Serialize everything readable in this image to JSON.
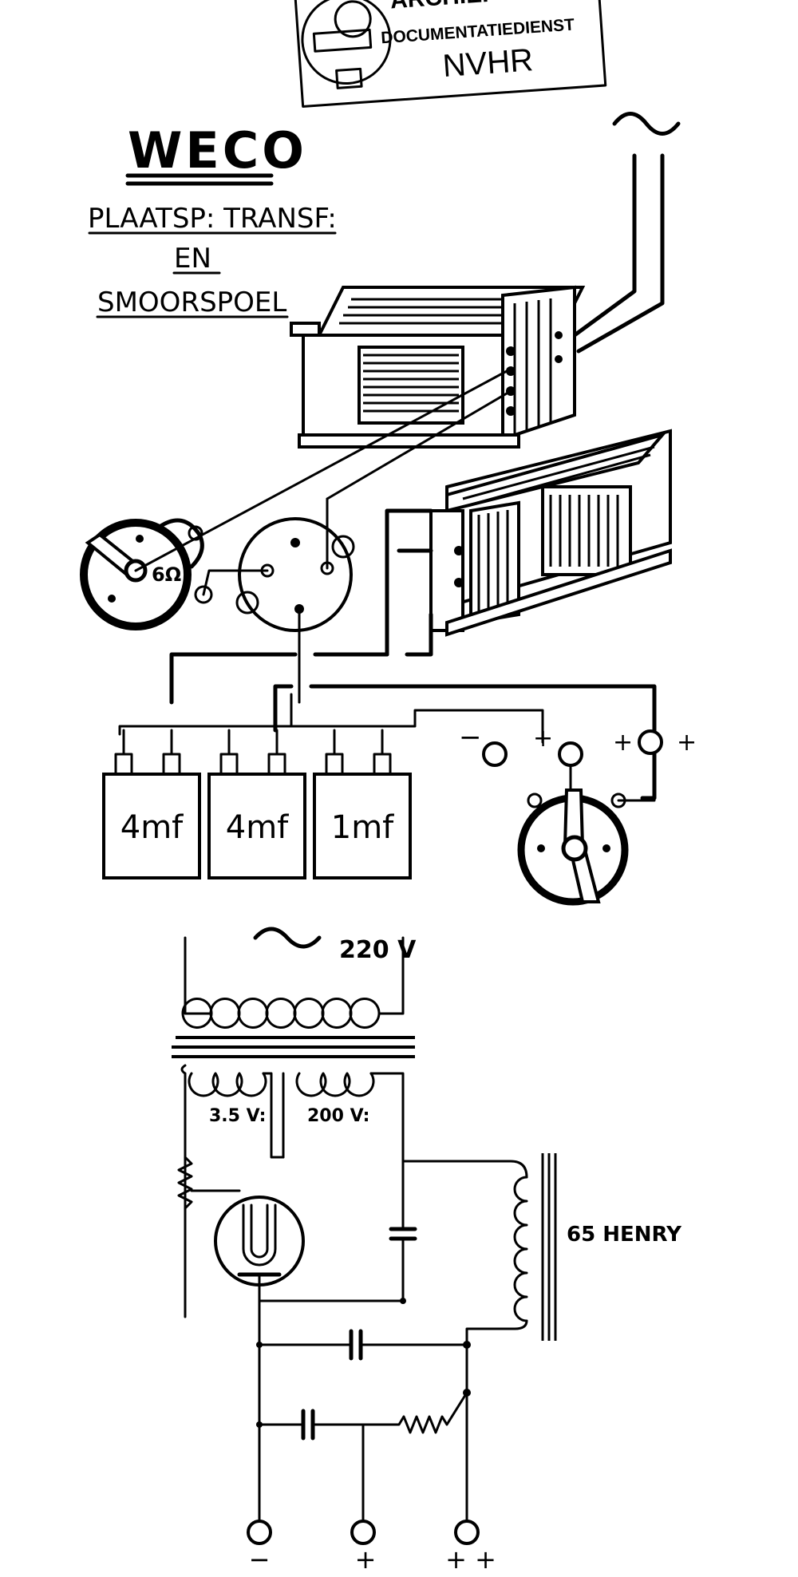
{
  "stamp": {
    "line1": "ARCHIEF",
    "line2": "DOCUMENTATIEDIENST",
    "line3": "NVHR"
  },
  "title": {
    "brand": "WECO",
    "line1": "PLAATSP: TRANSF:",
    "line2": "EN",
    "line3": "SMOORSPOEL"
  },
  "ac_symbol": "~",
  "rheostat_label": "6Ω",
  "condensers": [
    {
      "label": "4mf"
    },
    {
      "label": "4mf"
    },
    {
      "label": "1mf"
    }
  ],
  "terminals_top": {
    "minus": "−",
    "plus1": "+",
    "plus2": "+",
    "plus3": "+"
  },
  "schematic": {
    "mains": "220 V",
    "winding_filament": "3.5 V:",
    "winding_plate": "200 V:",
    "choke": "65 HENRY",
    "out_minus": "−",
    "out_plus": "+",
    "out_plusplus": "+ +"
  }
}
